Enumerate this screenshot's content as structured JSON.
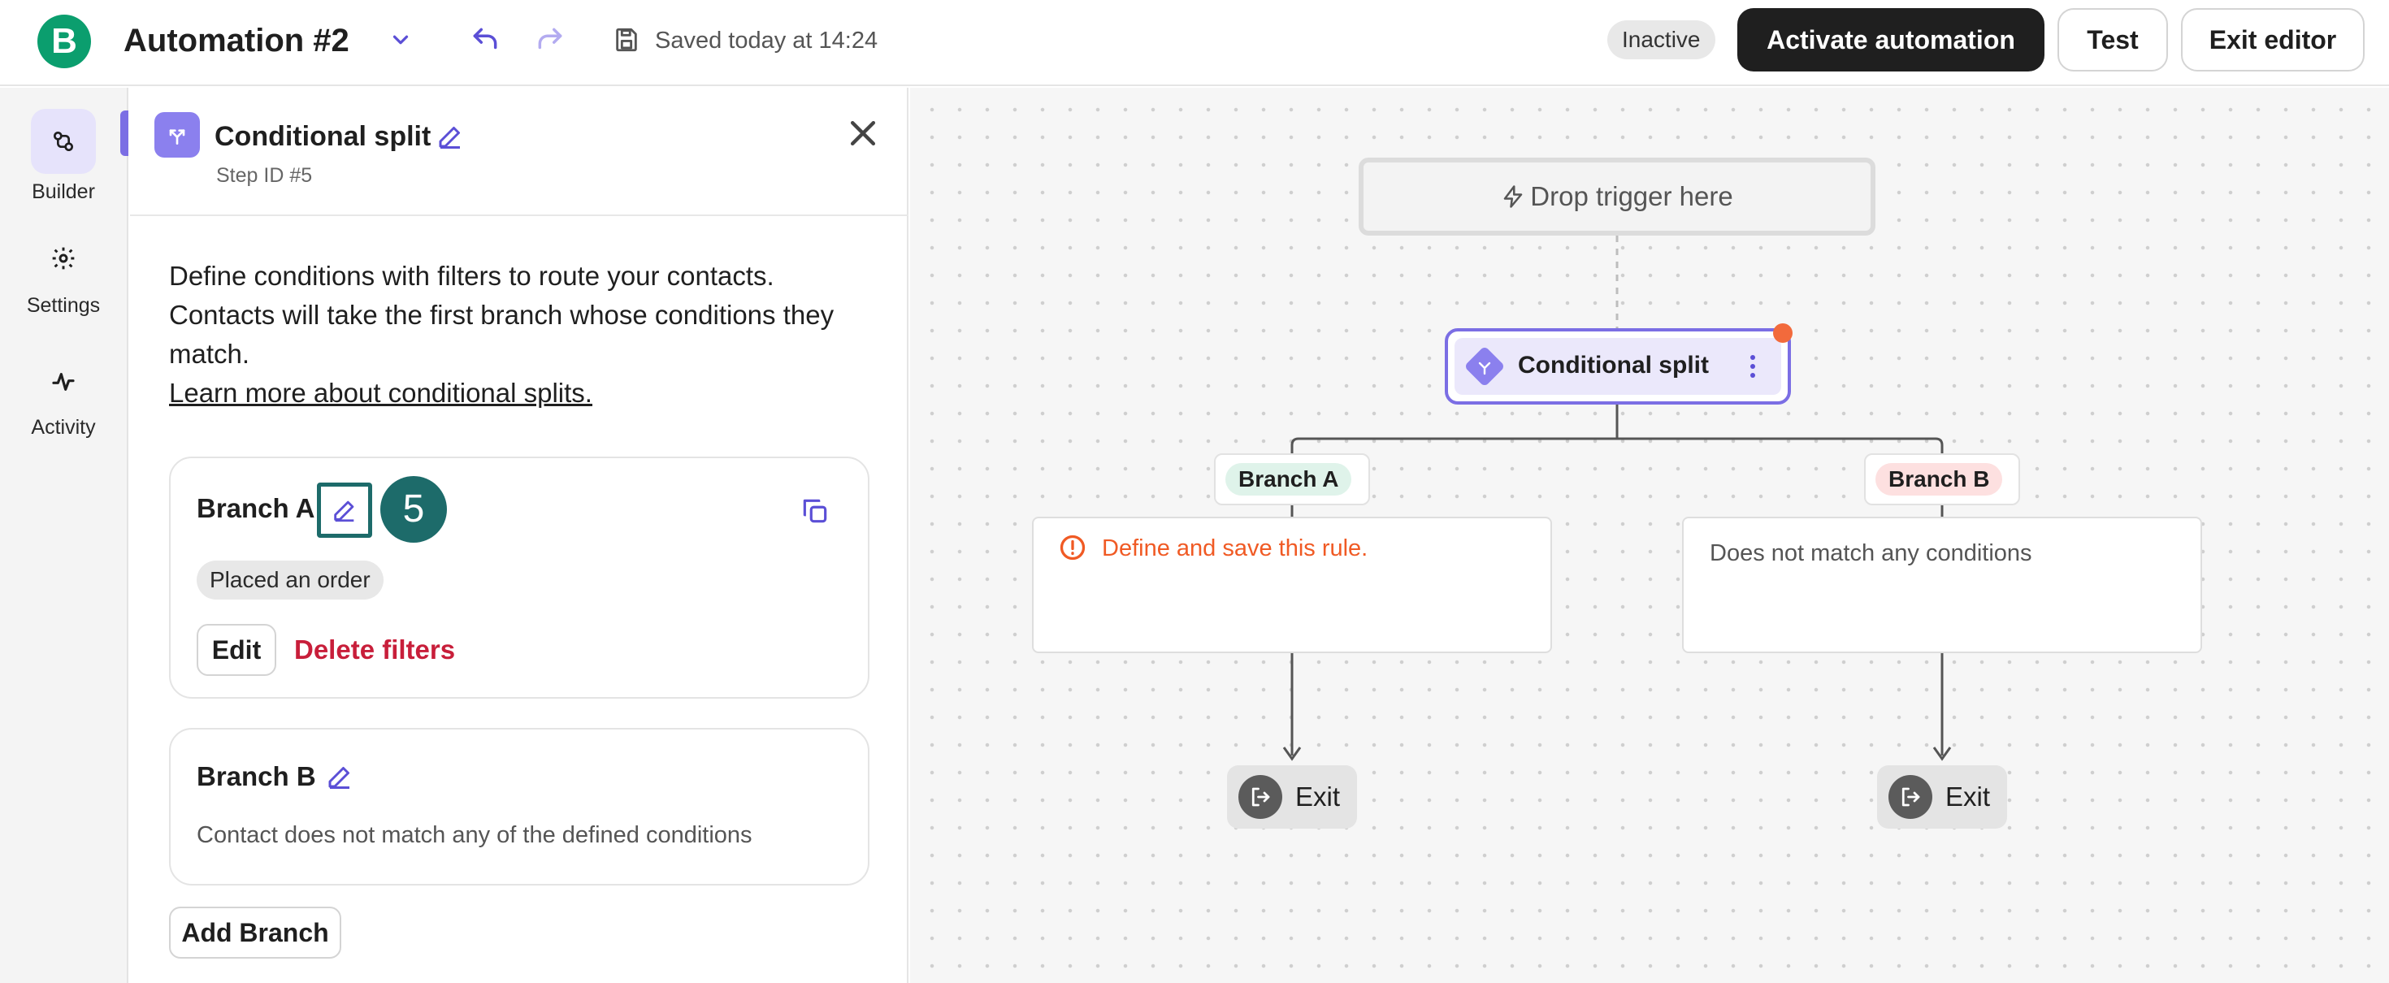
{
  "header": {
    "title": "Automation #2",
    "save_status": "Saved today at 14:24",
    "status_badge": "Inactive",
    "activate_label": "Activate automation",
    "test_label": "Test",
    "exit_label": "Exit editor",
    "logo_letter": "B"
  },
  "nav": {
    "items": [
      {
        "label": "Builder",
        "icon": "builder-icon",
        "active": true
      },
      {
        "label": "Settings",
        "icon": "gear-icon",
        "active": false
      },
      {
        "label": "Activity",
        "icon": "activity-icon",
        "active": false
      }
    ]
  },
  "panel": {
    "title": "Conditional split",
    "step_id": "Step ID #5",
    "description": "Define conditions with filters to route your contacts. Contacts will take the first branch whose conditions they match.",
    "learn_more": "Learn more about conditional splits.",
    "branch_a": {
      "name": "Branch A",
      "filter": "Placed an order",
      "edit_label": "Edit",
      "delete_label": "Delete filters",
      "step_marker": "5"
    },
    "branch_b": {
      "name": "Branch B",
      "description": "Contact does not match any of the defined conditions"
    },
    "add_branch_label": "Add Branch"
  },
  "canvas": {
    "trigger_label": "Drop trigger here",
    "split_label": "Conditional split",
    "branch_a_tag": "Branch A",
    "branch_b_tag": "Branch B",
    "rule_a_warning": "Define and save this rule.",
    "rule_b_text": "Does not match any conditions",
    "exit_a": "Exit",
    "exit_b": "Exit"
  },
  "colors": {
    "brand_green": "#0b9e6e",
    "accent_purple": "#7b6ee4",
    "danger_red": "#c81e3a",
    "warning_orange": "#f05a24",
    "highlight_teal": "#1d6b6a",
    "branch_a_bg": "#dff3ea",
    "branch_b_bg": "#fde0e0"
  }
}
